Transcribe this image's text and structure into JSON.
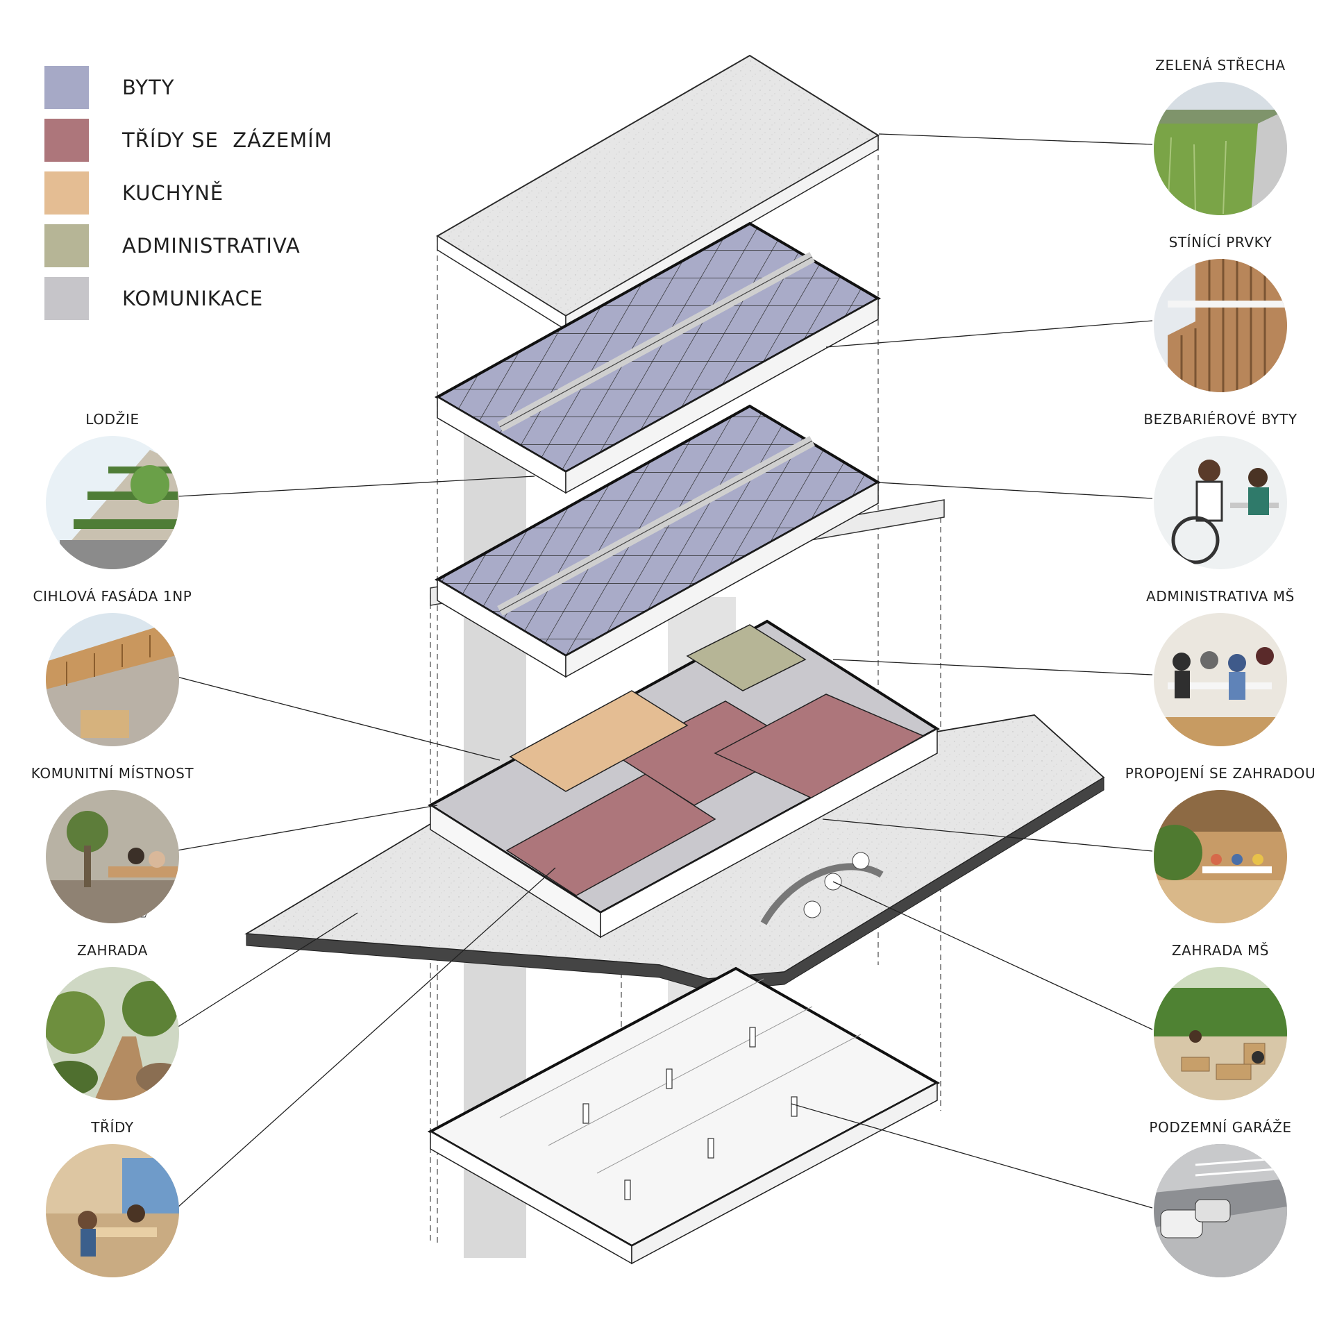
{
  "legend": [
    {
      "label": "BYTY",
      "color": "#a6a9c6"
    },
    {
      "label": "TŘÍDY SE  ZÁZEMÍM",
      "color": "#ad767b"
    },
    {
      "label": "KUCHYNĚ",
      "color": "#e4bd93"
    },
    {
      "label": "ADMINISTRATIVA",
      "color": "#b6b596"
    },
    {
      "label": "KOMUNIKACE",
      "color": "#c6c5c9"
    }
  ],
  "callouts_left": [
    {
      "title": "LODŽIE",
      "icon": "loggia-photo-icon"
    },
    {
      "title": "CIHLOVÁ FASÁDA 1NP",
      "icon": "brick-facade-photo-icon"
    },
    {
      "title": "KOMUNITNÍ MÍSTNOST",
      "icon": "community-room-photo-icon"
    },
    {
      "title": "ZAHRADA",
      "icon": "garden-photo-icon"
    },
    {
      "title": "TŘÍDY",
      "icon": "classroom-photo-icon"
    }
  ],
  "callouts_right": [
    {
      "title": "ZELENÁ STŘECHA",
      "icon": "green-roof-photo-icon"
    },
    {
      "title": "STÍNÍCÍ PRVKY",
      "icon": "shading-elements-photo-icon"
    },
    {
      "title": "BEZBARIÉROVÉ BYTY",
      "icon": "accessible-flats-photo-icon"
    },
    {
      "title": "ADMINISTRATIVA MŠ",
      "icon": "kindergarten-admin-photo-icon"
    },
    {
      "title": "PROPOJENÍ SE ZAHRADOU",
      "icon": "garden-connection-photo-icon"
    },
    {
      "title": "ZAHRADA MŠ",
      "icon": "kindergarten-garden-photo-icon"
    },
    {
      "title": "PODZEMNÍ GARÁŽE",
      "icon": "underground-garage-photo-icon"
    }
  ],
  "colors": {
    "ink": "#1f1f1f",
    "concrete": "#e4e4e4",
    "wall": "#ffffff",
    "core": "#d8d8d8"
  }
}
